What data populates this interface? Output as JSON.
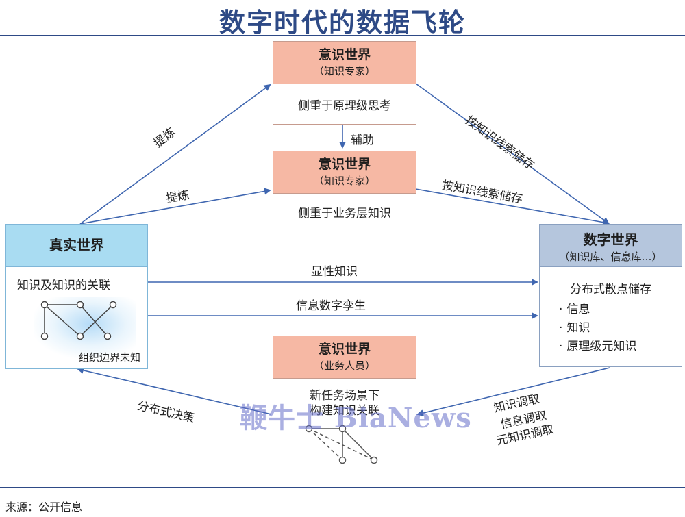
{
  "title": "数字时代的数据飞轮",
  "box_top": {
    "title": "意识世界",
    "subtitle": "（知识专家）",
    "body": "侧重于原理级思考"
  },
  "box_mid": {
    "title": "意识世界",
    "subtitle": "（知识专家）",
    "body": "侧重于业务层知识"
  },
  "box_bottom": {
    "title": "意识世界",
    "subtitle": "（业务人员）",
    "body_line1": "新任务场景下",
    "body_line2": "构建知识关联"
  },
  "box_real": {
    "title": "真实世界",
    "body": "知识及知识的关联",
    "caption": "组织边界未知"
  },
  "box_digital": {
    "title": "数字世界",
    "subtitle": "（知识库、信息库…）",
    "body": "分布式散点储存",
    "items": [
      "信息",
      "知识",
      "原理级元知识"
    ]
  },
  "edges": {
    "assist": "辅助",
    "refine_top": "提炼",
    "refine_mid": "提炼",
    "clue_top": "按知识线索储存",
    "clue_mid": "按知识线索储存",
    "explicit": "显性知识",
    "twin": "信息数字孪生",
    "decision": "分布式决策",
    "retrieve_1": "知识调取",
    "retrieve_2": "信息调取",
    "retrieve_3": "元知识调取"
  },
  "watermark": "鞭牛士 BiaNews",
  "source": "来源：公开信息",
  "colors": {
    "accent": "#2e4a86",
    "salmon_header": "#f6b8a4",
    "real_header": "#a9dcf2",
    "digital_header": "#b5c6dd",
    "arrow": "#3f66b0"
  }
}
